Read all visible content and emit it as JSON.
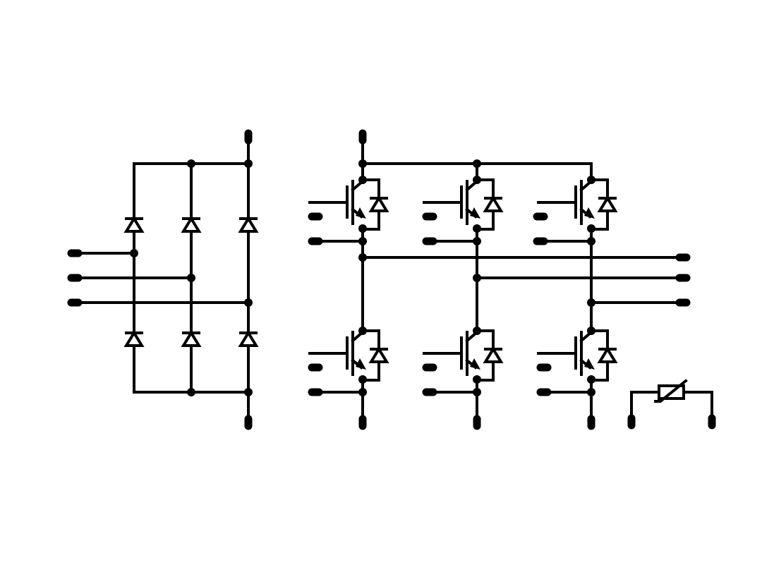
{
  "diagram": {
    "stroke_color": "#000000",
    "background_color": "#ffffff",
    "rectifier": {
      "diode_count": 6
    },
    "inverter": {
      "igbt_count": 6,
      "freewheeling_diode_count": 6
    },
    "ntc_thermistor": {
      "count": 1
    }
  }
}
